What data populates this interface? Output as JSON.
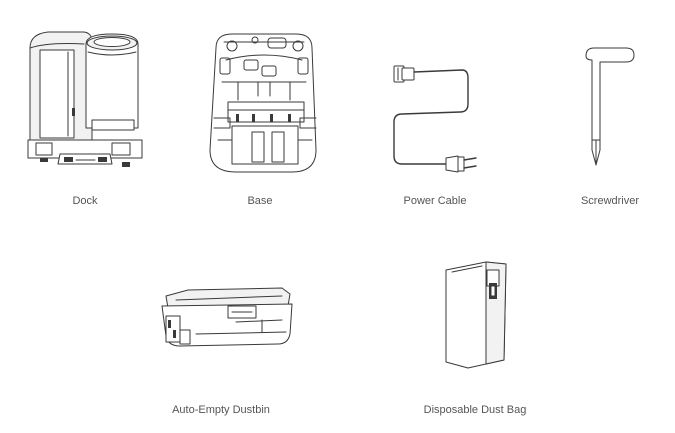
{
  "items": [
    {
      "label": "Dock",
      "icon": "dock-icon"
    },
    {
      "label": "Base",
      "icon": "base-icon"
    },
    {
      "label": "Power Cable",
      "icon": "power-cable-icon"
    },
    {
      "label": "Screwdriver",
      "icon": "screwdriver-icon"
    },
    {
      "label": "Auto-Empty Dustbin",
      "icon": "dustbin-icon"
    },
    {
      "label": "Disposable Dust Bag",
      "icon": "dust-bag-icon"
    }
  ]
}
